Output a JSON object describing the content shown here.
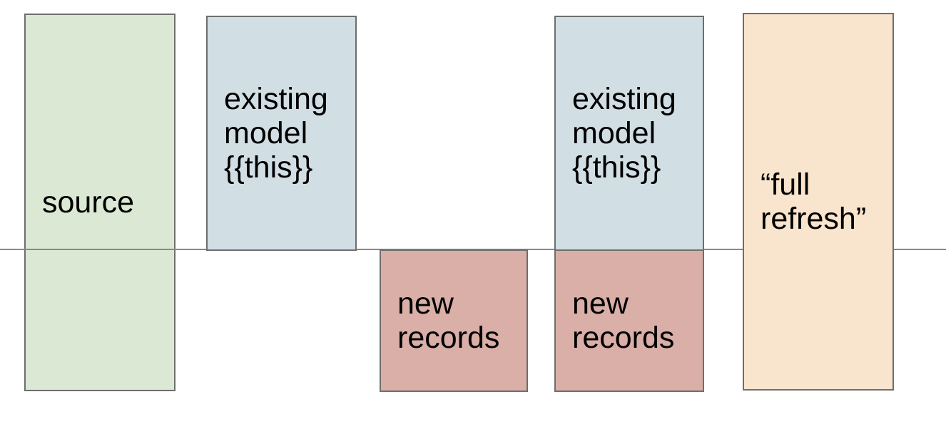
{
  "diagram": {
    "background": "#ffffff",
    "border_color": "#6e6e6e",
    "divider_line_color": "#888888"
  },
  "boxes": {
    "source": {
      "label": "source",
      "fill": "#dae8d4"
    },
    "existing_model_left": {
      "label": "existing\nmodel\n{{this}}",
      "fill": "#d1dee3"
    },
    "new_records_left": {
      "label": "new\nrecords",
      "fill": "#d9afa7"
    },
    "existing_model_right": {
      "label": "existing\nmodel\n{{this}}",
      "fill": "#d1dee3"
    },
    "new_records_right": {
      "label": "new\nrecords",
      "fill": "#d9afa7"
    },
    "full_refresh": {
      "label": "“full\nrefresh”",
      "fill": "#f9e4cd"
    }
  }
}
